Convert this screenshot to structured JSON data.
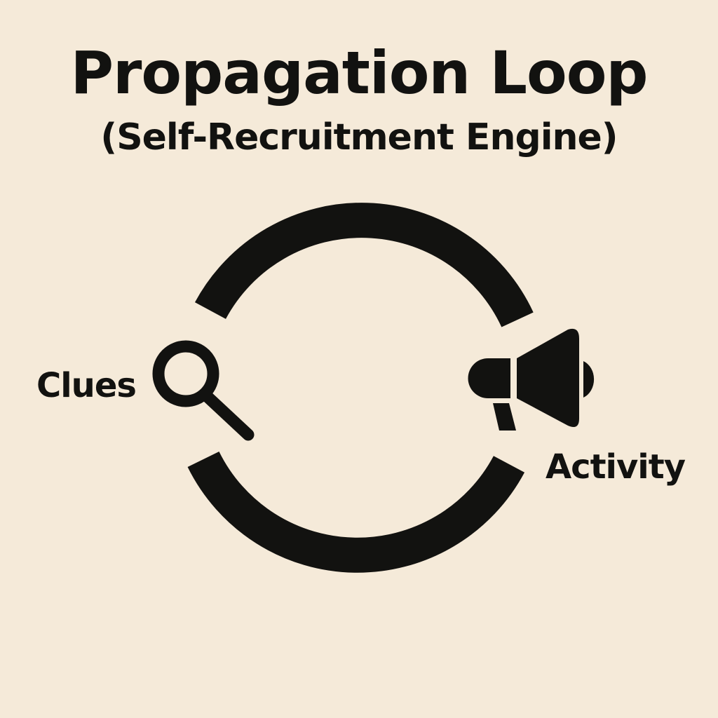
{
  "header": {
    "title": "Propagation Loop",
    "subtitle": "(Self-Recruitment Engine)"
  },
  "nodes": {
    "clues": {
      "label": "Clues",
      "icon": "magnifying-glass-icon"
    },
    "activity": {
      "label": "Activity",
      "icon": "megaphone-icon"
    }
  },
  "colors": {
    "background": "#f5ead9",
    "ink": "#121210"
  }
}
